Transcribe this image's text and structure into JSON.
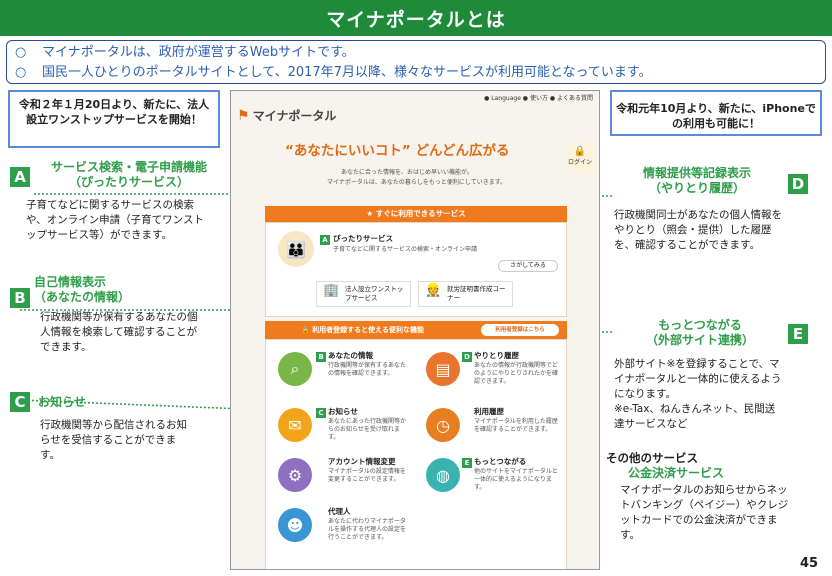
{
  "title": "マイナポータルとは",
  "intro": {
    "bullet": "○",
    "line1": "マイナポータルは、政府が運営するWebサイトです。",
    "line2": "国民一人ひとりのポータルサイトとして、2017年7月以降、様々なサービスが利用可能となっています。"
  },
  "callout_left": "令和２年１月20日より、新たに、法人設立ワンストップサービスを開始！",
  "callout_right": "令和元年10月より、新たに、iPhoneでの利用も可能に！",
  "sections": {
    "A": {
      "badge": "A",
      "head1": "サービス検索・電子申請機能",
      "head2": "（ぴったりサービス）",
      "desc": "子育てなどに関するサービスの検索や、オンライン申請（子育てワンストップサービス等）ができます。"
    },
    "B": {
      "badge": "B",
      "head1": "自己情報表示",
      "head2": "（あなたの情報）",
      "desc": "行政機関等が保有するあなたの個人情報を検索して確認することができます。"
    },
    "C": {
      "badge": "C",
      "head1": "お知らせ",
      "desc": "行政機関等から配信されるお知らせを受信することができます。"
    },
    "D": {
      "badge": "D",
      "head1": "情報提供等記録表示",
      "head2": "（やりとり履歴）",
      "desc": "行政機関同士があなたの個人情報をやりとり（照会・提供）した履歴を、確認することができます。"
    },
    "E": {
      "badge": "E",
      "head1": "もっとつながる",
      "head2": "（外部サイト連携）",
      "desc1": "外部サイト※を登録することで、マイナポータルと一体的に使えるようになります。",
      "desc2": "※e-Tax、ねんきんネット、民間送達サービスなど"
    }
  },
  "other": {
    "head": "その他のサービス",
    "sub": "公金決済サービス",
    "desc": "マイナポータルのお知らせからネットバンキング（ペイジー）やクレジットカードでの公金決済ができます。"
  },
  "page_number": "45",
  "mock": {
    "toplinks": "● Language  ● 使い方  ● よくある質問",
    "logo": "マイナポータル",
    "hero": "“あなたにいいコト” どんどん広がる",
    "hero_sub1": "あなたに合った情報を、おはじめ早いい機能が。",
    "hero_sub2": "マイナポータルは、あなたの暮らしをもっと便利にしていきます。",
    "login": "ログイン",
    "sec1": "★ すぐに利用できるサービス",
    "pittari": "ぴったりサービス",
    "pittari_desc": "子育てなどに関するサービスの検索・オンライン申請",
    "search_btn": "さがしてみる",
    "corp": "法人設立ワンストップサービス",
    "cert": "就労証明書作成コーナー",
    "sec2": "🔒 利用者登録すると使える便利な機能",
    "reg_btn": "利用者登録はこちら",
    "items": [
      {
        "badge": "B",
        "label": "あなたの情報",
        "desc": "行政機関等が保有するあなたの情報を確認できます。",
        "color": "#7ab548"
      },
      {
        "badge": "D",
        "label": "やりとり履歴",
        "desc": "あなたの情報が行政機関等でどのようにやりとりされたかを確認できます。",
        "color": "#e9742b"
      },
      {
        "badge": "C",
        "label": "お知らせ",
        "desc": "あなたにあった行政機関等からのお知らせを受け取れます。",
        "color": "#f2a51a"
      },
      {
        "badge": "",
        "label": "利用履歴",
        "desc": "マイナポータルを利用した履歴を確認することができます。",
        "color": "#e67e22"
      },
      {
        "badge": "",
        "label": "アカウント情報変更",
        "desc": "マイナポータルの設定情報を変更することができます。",
        "color": "#8e6fc0"
      },
      {
        "badge": "E",
        "label": "もっとつながる",
        "desc": "他のサイトをマイナポータルと一体的に使えるようになります。",
        "color": "#3ab3b0"
      },
      {
        "badge": "",
        "label": "代理人",
        "desc": "あなたに代わりマイナポータルを操作する代理人の設定を行うことができます。",
        "color": "#3a95d4"
      }
    ]
  }
}
